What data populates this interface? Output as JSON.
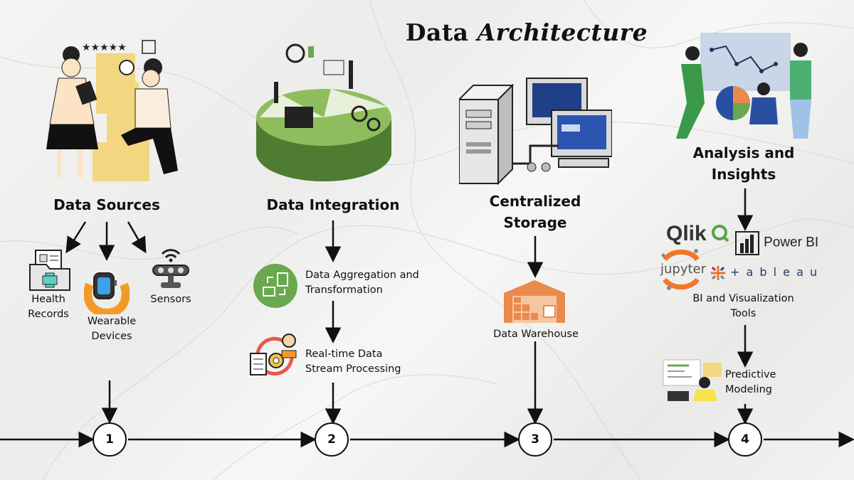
{
  "title": {
    "word1": "Data",
    "word2": "Architecture"
  },
  "stages": [
    {
      "title": "Data Sources",
      "number": "1"
    },
    {
      "title": "Data Integration",
      "number": "2"
    },
    {
      "title": "Centralized Storage",
      "number": "3"
    },
    {
      "title": "Analysis and Insights",
      "number": "4"
    }
  ],
  "sources": {
    "health": "Health Records",
    "wearable": "Wearable Devices",
    "sensors": "Sensors"
  },
  "integration": {
    "aggregation": "Data Aggregation and Transformation",
    "realtime": "Real-time Data Stream Processing"
  },
  "storage": {
    "warehouse": "Data Warehouse"
  },
  "analysis": {
    "tools_label": "BI and Visualization Tools",
    "predictive": "Predictive Modeling",
    "logos": {
      "qlik": "Qlik",
      "powerbi": "Power BI",
      "jupyter": "jupyter",
      "tableau": "+ a b l e a u"
    }
  },
  "colors": {
    "green": "#6aa84f",
    "yellow": "#f3d680",
    "orange": "#ea8a4c",
    "blue": "#2b4fa0",
    "dark": "#111111"
  },
  "icons": [
    "medical-folder-icon",
    "smartwatch-icon",
    "sensor-icon",
    "aggregation-icon",
    "stream-processing-icon",
    "warehouse-icon",
    "computer-servers-icon",
    "jupyter-logo-icon",
    "tableau-logo-icon",
    "qlik-logo-icon",
    "powerbi-logo-icon"
  ]
}
